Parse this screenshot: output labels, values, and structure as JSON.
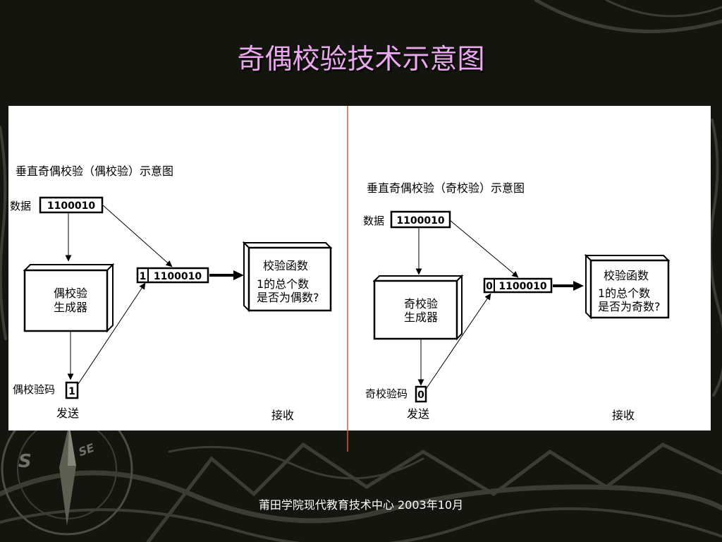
{
  "slide": {
    "title": "奇偶校验技术示意图",
    "footer": "莆田学院现代教育技术中心 2003年10月",
    "title_color": "#eaa8ee",
    "background_color": "#14150f",
    "divider_color": "#e05a35"
  },
  "background_decoration": {
    "compass_labels": [
      "S",
      "SE"
    ]
  },
  "even_diagram": {
    "heading": "垂直奇偶校验（偶校验）示意图",
    "data_label": "数据",
    "data_value": "1100010",
    "generator_lines": [
      "偶校验",
      "生成器"
    ],
    "parity_label": "偶校验码",
    "parity_bit": "1",
    "combined_parity": "1",
    "combined_data": "1100010",
    "checker_title": "校验函数",
    "checker_lines": [
      "1的总个数",
      "是否为偶数?"
    ],
    "send_label": "发送",
    "receive_label": "接收"
  },
  "odd_diagram": {
    "heading": "垂直奇偶校验（奇校验）示意图",
    "data_label": "数据",
    "data_value": "1100010",
    "generator_lines": [
      "奇校验",
      "生成器"
    ],
    "parity_label": "奇校验码",
    "parity_bit": "0",
    "combined_parity": "0",
    "combined_data": "1100010",
    "checker_title": "校验函数",
    "checker_lines": [
      "1的总个数",
      "是否为奇数?"
    ],
    "send_label": "发送",
    "receive_label": "接收"
  }
}
